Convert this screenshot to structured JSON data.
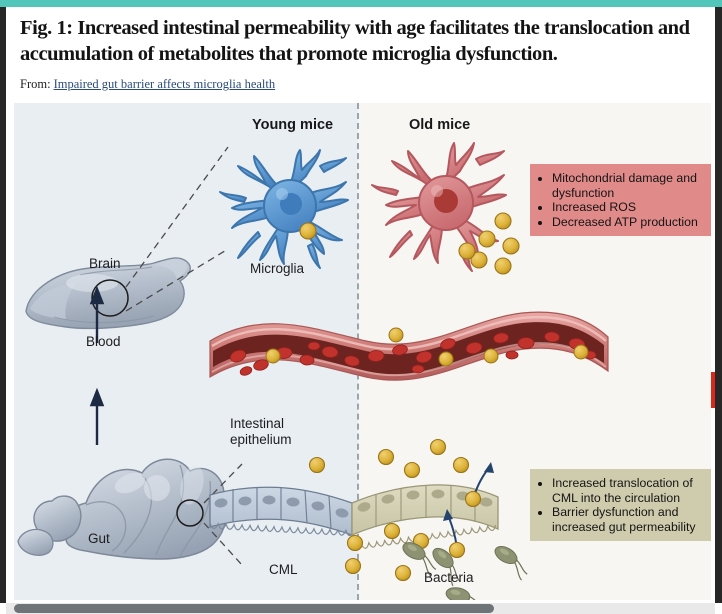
{
  "header": {
    "figure_title": "Fig. 1: Increased intestinal permeability with age facilitates the translocation and accumulation of metabolites that promote microglia dysfunction.",
    "from_prefix": "From:",
    "source_link": "Impaired gut barrier affects microglia health"
  },
  "figure": {
    "panels": {
      "young_label": "Young mice",
      "old_label": "Old mice"
    },
    "labels": {
      "brain": "Brain",
      "blood": "Blood",
      "gut": "Gut",
      "microglia": "Microglia",
      "intestinal_epithelium": "Intestinal\nepithelium",
      "intestinal_epithelium_line1": "Intestinal",
      "intestinal_epithelium_line2": "epithelium",
      "cml": "CML",
      "bacteria": "Bacteria"
    },
    "callout_red": {
      "items": [
        "Mitochondrial damage and dysfunction",
        "Increased ROS",
        "Decreased ATP production"
      ]
    },
    "callout_olive": {
      "items": [
        "Increased translocation of CML into the circulation",
        "Barrier dysfunction and increased gut permeability"
      ]
    }
  },
  "colors": {
    "top_accent": "#53c6bb",
    "panel_young_bg": "#e9eef2",
    "panel_old_bg": "#f7f6f3",
    "callout_red_bg": "#e08a89",
    "callout_olive_bg": "#cfcbad",
    "link": "#2a4b7c",
    "microglia_young": "#5b9bd5",
    "microglia_old": "#d4787c",
    "cml_particle": "#e0b63c",
    "bacteria": "#8d9272",
    "vessel_wall": "#d98a88",
    "vessel_lumen": "#6d2420",
    "rail_dark": "#272727",
    "red_tab": "#d9291c"
  }
}
